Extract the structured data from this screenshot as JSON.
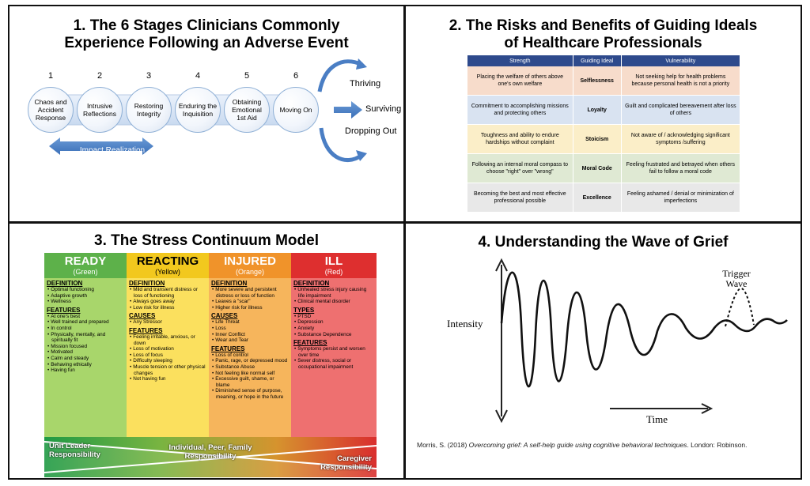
{
  "panel1": {
    "title_line1": "1. The 6 Stages Clinicians Commonly",
    "title_line2": "Experience Following an Adverse Event",
    "stages": [
      {
        "num": "1",
        "label": "Chaos and Accident Response"
      },
      {
        "num": "2",
        "label": "Intrusive Reflections"
      },
      {
        "num": "3",
        "label": "Restoring Integrity"
      },
      {
        "num": "4",
        "label": "Enduring the Inquisition"
      },
      {
        "num": "5",
        "label": "Obtaining Emotional 1st Aid"
      },
      {
        "num": "6",
        "label": "Moving On"
      }
    ],
    "outcomes": [
      "Thriving",
      "Surviving",
      "Dropping Out"
    ],
    "impact_label": "Impact Realization"
  },
  "panel2": {
    "title_line1": "2. The Risks and Benefits of Guiding Ideals",
    "title_line2": "of Healthcare Professionals",
    "headers": [
      "Strength",
      "Guiding Ideal",
      "Vulnerability"
    ],
    "rows": [
      {
        "strength": "Placing the welfare of others above one's own welfare",
        "ideal": "Selflessness",
        "vulnerability": "Not seeking help for health problems because personal health is not a priority"
      },
      {
        "strength": "Commitment to accomplishing missions and protecting others",
        "ideal": "Loyalty",
        "vulnerability": "Guilt and complicated bereavement after loss of others"
      },
      {
        "strength": "Toughness and ability to endure hardships without complaint",
        "ideal": "Stoicism",
        "vulnerability": "Not aware of / acknowledging significant symptoms /suffering"
      },
      {
        "strength": "Following an internal moral compass to choose \"right\" over \"wrong\"",
        "ideal": "Moral Code",
        "vulnerability": "Feeling frustrated and betrayed when others fail to follow a moral code"
      },
      {
        "strength": "Becoming the best and most effective professional possible",
        "ideal": "Excellence",
        "vulnerability": "Feeling ashamed / denial or minimization of imperfections"
      }
    ]
  },
  "panel3": {
    "title": "3. The Stress Continuum Model",
    "columns": [
      {
        "name": "READY",
        "sub": "(Green)",
        "color": "#5db14a",
        "bg": "#a8d66b",
        "sections": [
          {
            "heading": "DEFINITION",
            "items": [
              "Optimal functioning",
              "Adaptive growth",
              "Wellness"
            ]
          },
          {
            "heading": "FEATURES",
            "items": [
              "At one's best",
              "Well trained and prepared",
              "In control",
              "Physically, mentally, and spiritually fit",
              "Mission focused",
              "Motivated",
              "Calm and steady",
              "Behaving ethically",
              "Having fun"
            ]
          }
        ]
      },
      {
        "name": "REACTING",
        "sub": "(Yellow)",
        "color": "#f2c81e",
        "bg": "#fbe05e",
        "sections": [
          {
            "heading": "DEFINITION",
            "items": [
              "Mild and transient distress or loss of functioning",
              "Always goes away",
              "Low risk for illness"
            ]
          },
          {
            "heading": "CAUSES",
            "items": [
              "Any Stressor"
            ]
          },
          {
            "heading": "FEATURES",
            "items": [
              "Feeling irritable, anxious, or down",
              "Loss of motivation",
              "Loss of focus",
              "Difficulty sleeping",
              "Muscle tension or other physical changes",
              "Not having fun"
            ]
          }
        ]
      },
      {
        "name": "INJURED",
        "sub": "(Orange)",
        "color": "#f0932a",
        "bg": "#f6b55c",
        "sections": [
          {
            "heading": "DEFINITION",
            "items": [
              "More severe and persistent distress or loss of function",
              "Leaves a \"scar\"",
              "Higher risk for illness"
            ]
          },
          {
            "heading": "CAUSES",
            "items": [
              "Life Threat",
              "Loss",
              "Inner Conflict",
              "Wear and Tear"
            ]
          },
          {
            "heading": "FEATURES",
            "items": [
              "Loss of control",
              "Panic, rage, or depressed mood",
              "Substance Abuse",
              "Not feeling like normal self",
              "Excessive guilt, shame, or blame",
              "Diminished sense of purpose, meaning, or hope in the future"
            ]
          }
        ]
      },
      {
        "name": "ILL",
        "sub": "(Red)",
        "color": "#de2f2f",
        "bg": "#ee7070",
        "sections": [
          {
            "heading": "DEFINITION",
            "items": [
              "Unhealed stress injury causing life impairment",
              "Clinical mental disorder"
            ]
          },
          {
            "heading": "TYPES",
            "items": [
              "PTSD",
              "Depression",
              "Anxiety",
              "Substance Dependence"
            ]
          },
          {
            "heading": "FEATURES",
            "items": [
              "Symptoms persist and worsen over time",
              "Sever distress, social or occupational impairment"
            ]
          }
        ]
      }
    ],
    "bottom": {
      "left": "Unit Leader Responsibility",
      "middle": "Individual, Peer, Family Responsibility",
      "right": "Caregiver Responsibility"
    }
  },
  "panel4": {
    "title": "4. Understanding the Wave of Grief",
    "y_label": "Intensity",
    "x_label": "Time",
    "trigger_label_line1": "Trigger",
    "trigger_label_line2": "Wave",
    "citation_author": "Morris, S. (2018) ",
    "citation_title": "Overcoming grief: A self-help guide using cognitive behavioral techniques",
    "citation_rest": ". London: Robinson."
  }
}
